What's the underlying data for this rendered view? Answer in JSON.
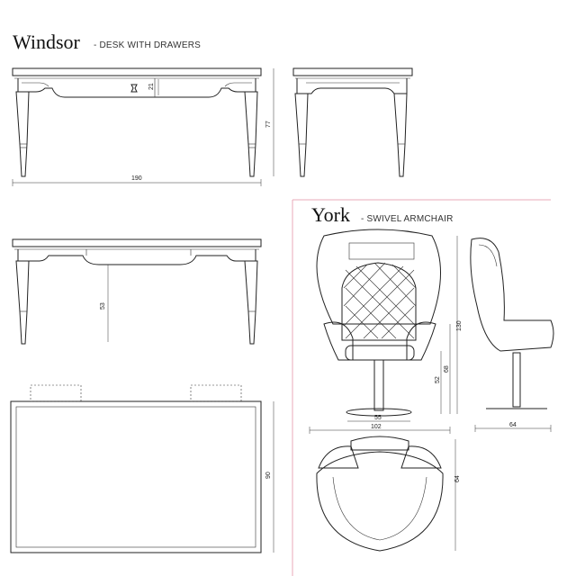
{
  "windsor": {
    "name": "Windsor",
    "subtitle": "- DESK WITH DRAWERS",
    "dims": {
      "width": "190",
      "height": "77",
      "drawer": "21",
      "leg": "53",
      "depth": "90"
    }
  },
  "york": {
    "name": "York",
    "subtitle": "- SWIVEL ARMCHAIR",
    "dims": {
      "height": "130",
      "arm": "68",
      "seat": "52",
      "base": "55",
      "width": "102",
      "side_depth": "64",
      "top_depth": "64"
    }
  },
  "colors": {
    "line": "#222222",
    "divider": "#e8aab8"
  }
}
